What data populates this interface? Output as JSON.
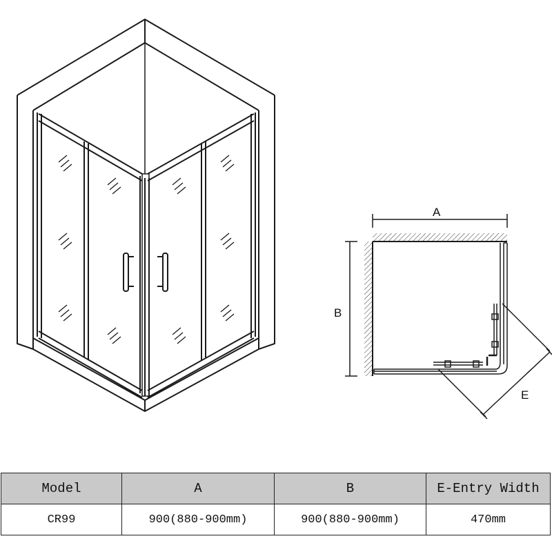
{
  "labels": {
    "a": "A",
    "b": "B",
    "e": "E"
  },
  "table": {
    "headers": [
      "Model",
      "A",
      "B",
      "E-Entry Width"
    ],
    "rows": [
      [
        "CR99",
        "900(880-900mm)",
        "900(880-900mm)",
        "470mm"
      ]
    ]
  },
  "colors": {
    "line": "#1a1a1a",
    "header_bg": "#c9c9c9"
  }
}
